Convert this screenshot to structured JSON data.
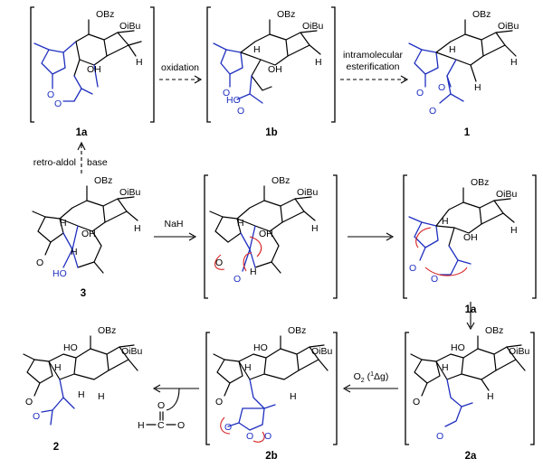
{
  "compounds": {
    "c1a_top": "1a",
    "c1b": "1b",
    "c1": "1",
    "c3": "3",
    "c1a_mid": "1a",
    "c2a": "2a",
    "c2b": "2b",
    "c2": "2"
  },
  "reagents": {
    "oxidation": "oxidation",
    "esterification_1": "intramolecular",
    "esterification_2": "esterification",
    "retro_aldol": "retro-aldol",
    "base": "base",
    "nah": "NaH",
    "o2_pre": "O",
    "o2_sub": "2",
    "o2_open": " (",
    "o2_sup": "1",
    "o2_delta": "Δg)",
    "formate_h": "H",
    "formate_c": "C",
    "formate_o": "O",
    "formate_om": "O"
  },
  "groups": {
    "obz": "OBz",
    "oibu": "OiBu",
    "oh": "OH",
    "ho": "HO",
    "h": "H",
    "o": "O",
    "ominus": "O"
  },
  "colors": {
    "black": "#000000",
    "blue": "#1f2fbf",
    "red": "#d62020"
  }
}
